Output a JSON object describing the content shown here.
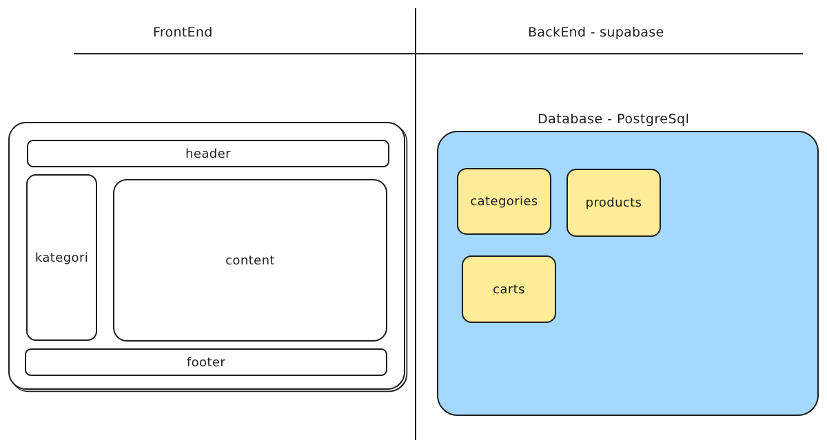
{
  "frontend": {
    "title": "FrontEnd",
    "layout": {
      "header": "header",
      "sidebar": "kategori",
      "content": "content",
      "footer": "footer"
    }
  },
  "backend": {
    "title": "BackEnd - supabase",
    "database": {
      "title": "Database - PostgreSql",
      "fill_color": "#a5d8ff",
      "tables": [
        {
          "label": "categories"
        },
        {
          "label": "products"
        },
        {
          "label": "carts"
        }
      ],
      "table_color": "#ffec99"
    }
  },
  "colors": {
    "stroke": "#1e1e1e",
    "background": "#ffffff"
  }
}
